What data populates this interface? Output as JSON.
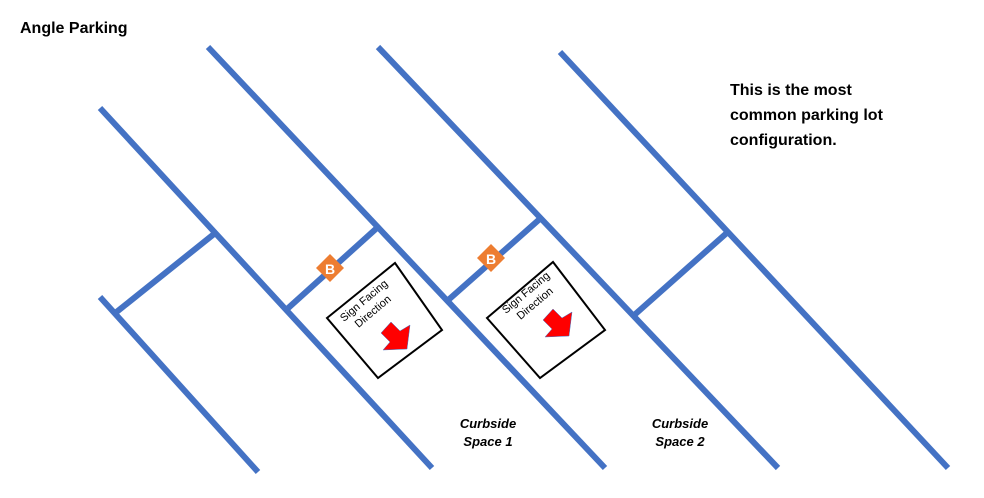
{
  "title": "Angle Parking",
  "note": "This is the most common parking lot configuration.",
  "signs": [
    {
      "badge": "B",
      "line1": "Sign Facing",
      "line2": "Direction"
    },
    {
      "badge": "B",
      "line1": "Sign Facing",
      "line2": "Direction"
    }
  ],
  "curbside": [
    {
      "line1": "Curbside",
      "line2": "Space 1"
    },
    {
      "line1": "Curbside",
      "line2": "Space 2"
    }
  ],
  "colors": {
    "lines": "#4472C4",
    "badge": "#ED7D31",
    "arrow": "#FF0000"
  }
}
